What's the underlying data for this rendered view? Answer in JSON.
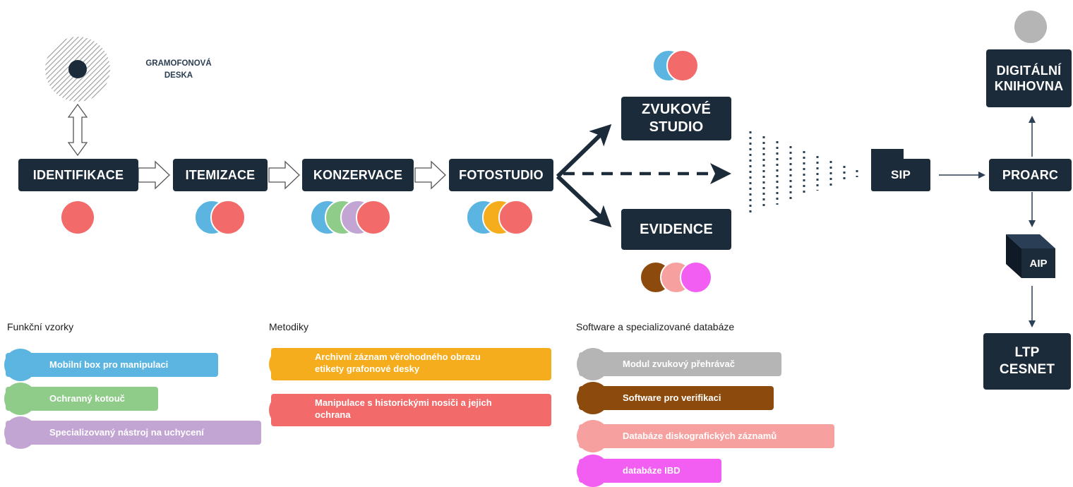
{
  "source": {
    "label_line1": "GRAMOFONOVÁ",
    "label_line2": "DESKA"
  },
  "process_steps": [
    "IDENTIFIKACE",
    "ITEMIZACE",
    "KONZERVACE",
    "FOTOSTUDIO"
  ],
  "branches": {
    "upper_line1": "ZVUKOVÉ",
    "upper_line2": "STUDIO",
    "lower": "EVIDENCE"
  },
  "package": {
    "sip": "SIP",
    "proarc": "PROARC",
    "aip": "AIP"
  },
  "outputs": {
    "library_line1": "DIGITÁLNÍ",
    "library_line2": "KNIHOVNA",
    "ltp_line1": "LTP",
    "ltp_line2": "CESNET"
  },
  "colors": {
    "dark": "#1c2b3a",
    "blue": "#5bb5e0",
    "green": "#8fcc8a",
    "purple": "#c3a5d4",
    "orange": "#f5ad1e",
    "red": "#f26a6a",
    "gray": "#b5b5b5",
    "brown": "#8c4a0c",
    "pink": "#f6a0a0",
    "magenta": "#f25ef2"
  },
  "legend": {
    "funkcni": {
      "title": "Funkční vzorky",
      "items": [
        {
          "label": "Mobilní box pro manipulaci",
          "color": "blue"
        },
        {
          "label": "Ochranný kotouč",
          "color": "green"
        },
        {
          "label": "Specializovaný nástroj na uchycení",
          "color": "purple"
        }
      ]
    },
    "metodiky": {
      "title": "Metodiky",
      "items": [
        {
          "line1": "Archivní záznam věrohodného obrazu",
          "line2": "etikety grafonové desky",
          "color": "orange"
        },
        {
          "line1": "Manipulace s historickými nosiči a jejich",
          "line2": "ochrana",
          "color": "red"
        }
      ]
    },
    "software": {
      "title": "Software a specializované databáze",
      "items": [
        {
          "label": "Modul zvukový přehrávač",
          "color": "gray"
        },
        {
          "label": "Software pro verifikaci",
          "color": "brown"
        },
        {
          "label": "Databáze diskografických záznamů",
          "color": "pink"
        },
        {
          "label": "databáze IBD",
          "color": "magenta"
        }
      ]
    }
  }
}
